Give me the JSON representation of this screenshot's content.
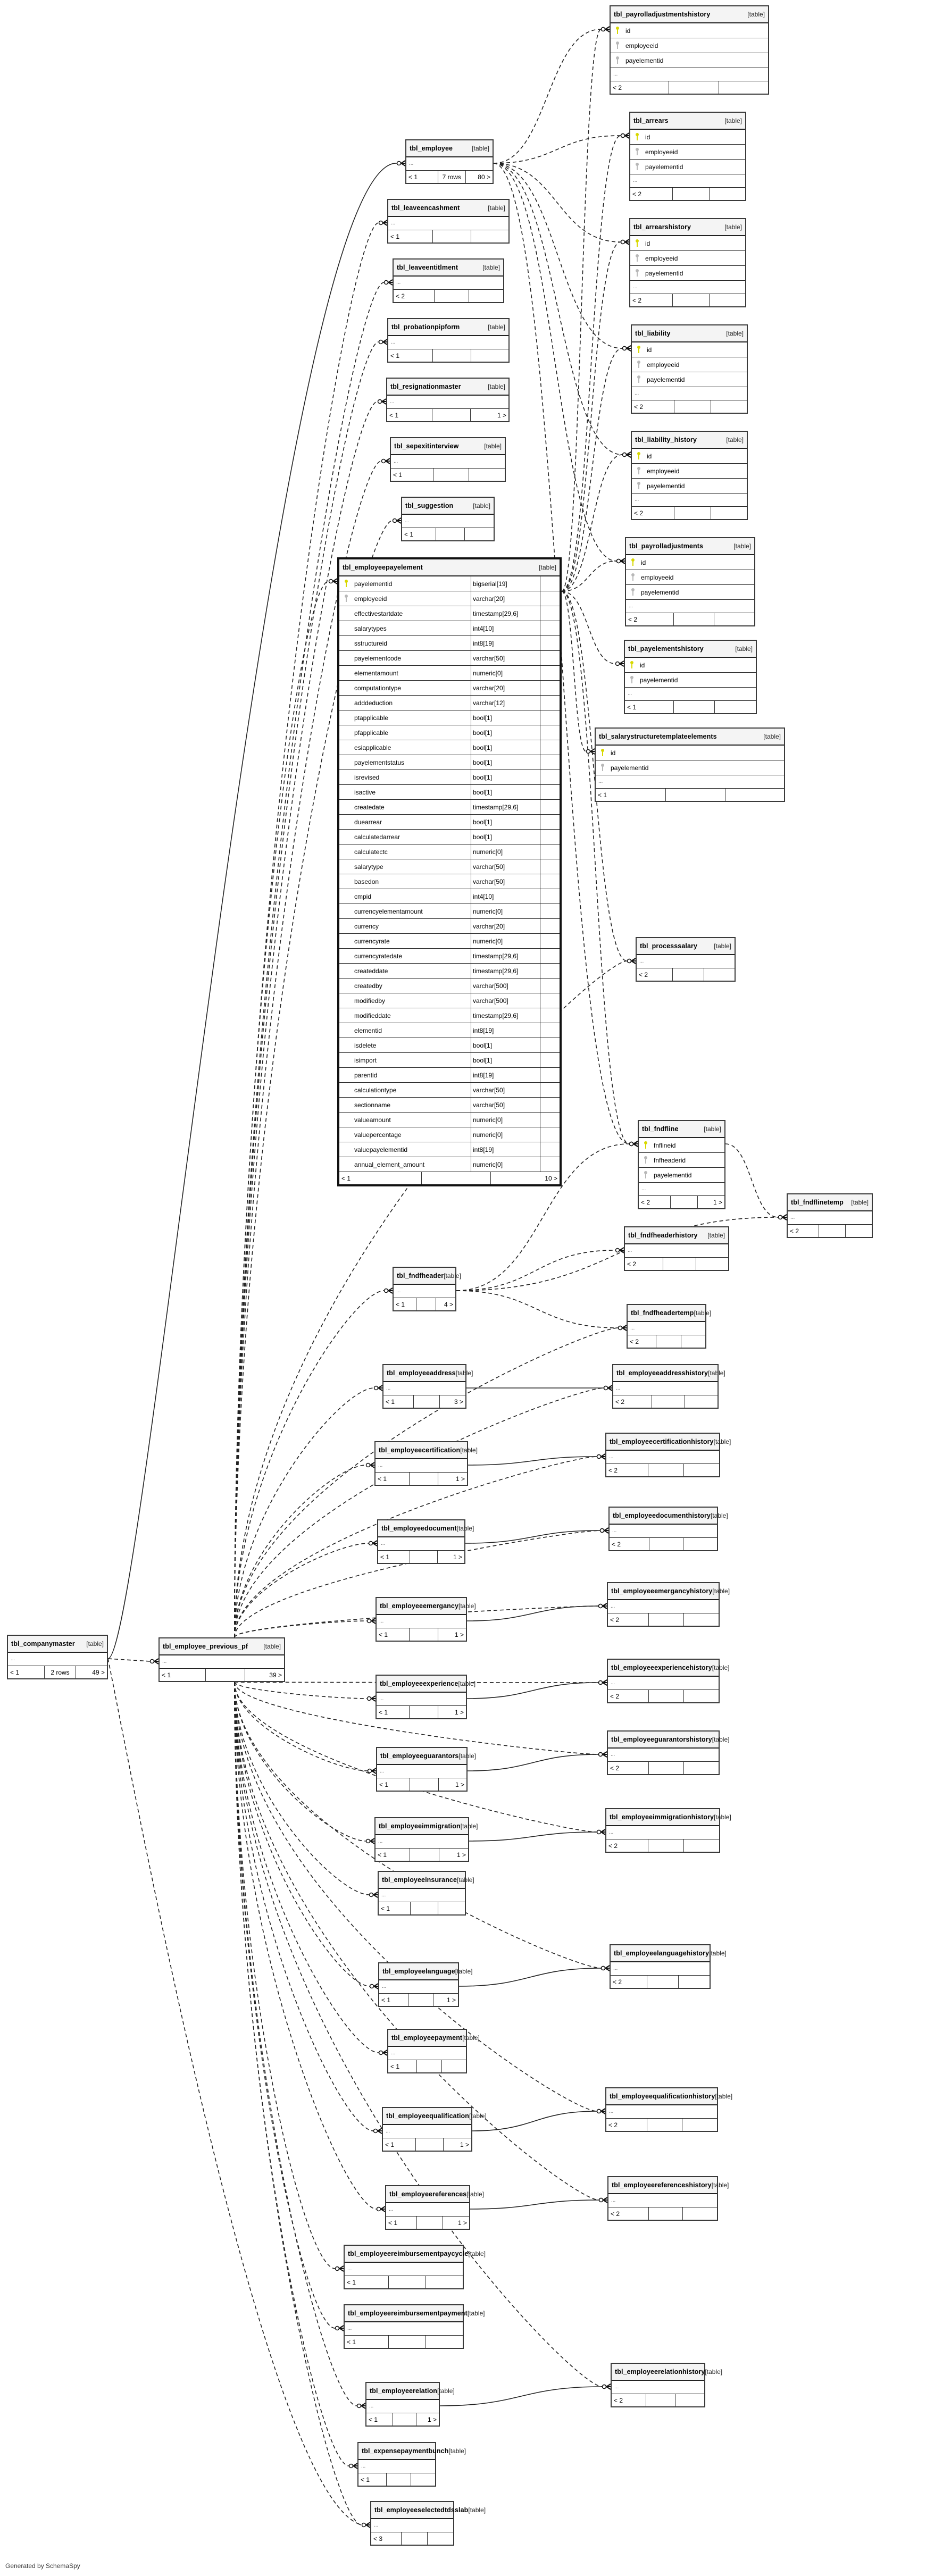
{
  "diagram": {
    "generator_label": "Generated by SchemaSpy",
    "kind_label": "[table]",
    "ellipsis": "...",
    "focus_table": "tbl_employeepayelement",
    "tables": [
      {
        "id": "t_payadjhist",
        "name": "tbl_payrolladjustmentshistory",
        "columns": [
          {
            "name": "id",
            "key": "pk"
          },
          {
            "name": "employeeid",
            "key": "fk"
          },
          {
            "name": "payelementid",
            "key": "fk"
          }
        ],
        "footer": [
          "< 2",
          "",
          ""
        ]
      },
      {
        "id": "t_employee",
        "name": "tbl_employee",
        "columns": [],
        "footer": [
          "< 1",
          "7 rows",
          "80 >"
        ]
      },
      {
        "id": "t_arrears",
        "name": "tbl_arrears",
        "columns": [
          {
            "name": "id",
            "key": "pk"
          },
          {
            "name": "employeeid",
            "key": "fk"
          },
          {
            "name": "payelementid",
            "key": "fk"
          }
        ],
        "footer": [
          "< 2",
          "",
          ""
        ]
      },
      {
        "id": "t_leaveenc",
        "name": "tbl_leaveencashment",
        "columns": [],
        "footer": [
          "< 1",
          "",
          ""
        ]
      },
      {
        "id": "t_arrearshist",
        "name": "tbl_arrearshistory",
        "columns": [
          {
            "name": "id",
            "key": "pk"
          },
          {
            "name": "employeeid",
            "key": "fk"
          },
          {
            "name": "payelementid",
            "key": "fk"
          }
        ],
        "footer": [
          "< 2",
          "",
          ""
        ]
      },
      {
        "id": "t_leaveent",
        "name": "tbl_leaveentitlment",
        "columns": [],
        "footer": [
          "< 2",
          "",
          ""
        ]
      },
      {
        "id": "t_probation",
        "name": "tbl_probationpipform",
        "columns": [],
        "footer": [
          "< 1",
          "",
          ""
        ]
      },
      {
        "id": "t_liability",
        "name": "tbl_liability",
        "columns": [
          {
            "name": "id",
            "key": "pk"
          },
          {
            "name": "employeeid",
            "key": "fk"
          },
          {
            "name": "payelementid",
            "key": "fk"
          }
        ],
        "footer": [
          "< 2",
          "",
          ""
        ]
      },
      {
        "id": "t_resign",
        "name": "tbl_resignationmaster",
        "columns": [],
        "footer": [
          "< 1",
          "",
          "1 >"
        ]
      },
      {
        "id": "t_sepexit",
        "name": "tbl_sepexitinterview",
        "columns": [],
        "footer": [
          "< 1",
          "",
          ""
        ]
      },
      {
        "id": "t_liabhist",
        "name": "tbl_liability_history",
        "columns": [
          {
            "name": "id",
            "key": "pk"
          },
          {
            "name": "employeeid",
            "key": "fk"
          },
          {
            "name": "payelementid",
            "key": "fk"
          }
        ],
        "footer": [
          "< 2",
          "",
          ""
        ]
      },
      {
        "id": "t_suggestion",
        "name": "tbl_suggestion",
        "columns": [],
        "footer": [
          "< 1",
          "",
          ""
        ]
      },
      {
        "id": "t_payadj",
        "name": "tbl_payrolladjustments",
        "columns": [
          {
            "name": "id",
            "key": "pk"
          },
          {
            "name": "employeeid",
            "key": "fk"
          },
          {
            "name": "payelementid",
            "key": "fk"
          }
        ],
        "footer": [
          "< 2",
          "",
          ""
        ]
      },
      {
        "id": "t_payelhist",
        "name": "tbl_payelementshistory",
        "columns": [
          {
            "name": "id",
            "key": "pk"
          },
          {
            "name": "payelementid",
            "key": "fk"
          }
        ],
        "footer": [
          "< 1",
          "",
          ""
        ]
      },
      {
        "id": "t_salstruct",
        "name": "tbl_salarystructuretemplateelements",
        "columns": [
          {
            "name": "id",
            "key": "pk"
          },
          {
            "name": "payelementid",
            "key": "fk"
          }
        ],
        "footer": [
          "< 1",
          "",
          ""
        ]
      },
      {
        "id": "t_procsal",
        "name": "tbl_processsalary",
        "columns": [],
        "footer": [
          "< 2",
          "",
          ""
        ]
      },
      {
        "id": "t_fndfline",
        "name": "tbl_fndfline",
        "columns": [
          {
            "name": "fnflineid",
            "key": "pk"
          },
          {
            "name": "fnfheaderid",
            "key": "fk"
          },
          {
            "name": "payelementid",
            "key": "fk"
          }
        ],
        "footer": [
          "< 2",
          "",
          "1 >"
        ]
      },
      {
        "id": "t_fndflinetemp",
        "name": "tbl_fndflinetemp",
        "columns": [],
        "footer": [
          "< 2",
          "",
          ""
        ]
      },
      {
        "id": "t_fndfhdrhist",
        "name": "tbl_fndfheaderhistory",
        "columns": [],
        "footer": [
          "< 2",
          "",
          ""
        ]
      },
      {
        "id": "t_fndfheader",
        "name": "tbl_fndfheader",
        "columns": [],
        "footer": [
          "< 1",
          "",
          "4 >"
        ]
      },
      {
        "id": "t_fndfhdrtemp",
        "name": "tbl_fndfheadertemp",
        "columns": [],
        "footer": [
          "< 2",
          "",
          ""
        ]
      },
      {
        "id": "t_empaddr",
        "name": "tbl_employeeaddress",
        "columns": [],
        "footer": [
          "< 1",
          "",
          "3 >"
        ]
      },
      {
        "id": "t_empaddrhist",
        "name": "tbl_employeeaddresshistory",
        "columns": [],
        "footer": [
          "< 2",
          "",
          ""
        ]
      },
      {
        "id": "t_empcert",
        "name": "tbl_employeecertification",
        "columns": [],
        "footer": [
          "< 1",
          "",
          "1 >"
        ]
      },
      {
        "id": "t_empcerthist",
        "name": "tbl_employeecertificationhistory",
        "columns": [],
        "footer": [
          "< 2",
          "",
          ""
        ]
      },
      {
        "id": "t_empdoc",
        "name": "tbl_employeedocument",
        "columns": [],
        "footer": [
          "< 1",
          "",
          "1 >"
        ]
      },
      {
        "id": "t_empdochist",
        "name": "tbl_employeedocumenthistory",
        "columns": [],
        "footer": [
          "< 2",
          "",
          ""
        ]
      },
      {
        "id": "t_empemerg",
        "name": "tbl_employeeemergancy",
        "columns": [],
        "footer": [
          "< 1",
          "",
          "1 >"
        ]
      },
      {
        "id": "t_empemerghist",
        "name": "tbl_employeeemergancyhistory",
        "columns": [],
        "footer": [
          "< 2",
          "",
          ""
        ]
      },
      {
        "id": "t_companymaster",
        "name": "tbl_companymaster",
        "columns": [],
        "footer": [
          "< 1",
          "2 rows",
          "49 >"
        ]
      },
      {
        "id": "t_prevpf",
        "name": "tbl_employee_previous_pf",
        "columns": [],
        "footer": [
          "< 1",
          "",
          "39 >"
        ]
      },
      {
        "id": "t_empexp",
        "name": "tbl_employeeexperience",
        "columns": [],
        "footer": [
          "< 1",
          "",
          "1 >"
        ]
      },
      {
        "id": "t_empexphist",
        "name": "tbl_employeeexperiencehistory",
        "columns": [],
        "footer": [
          "< 2",
          "",
          ""
        ]
      },
      {
        "id": "t_empguar",
        "name": "tbl_employeeguarantors",
        "columns": [],
        "footer": [
          "< 1",
          "",
          "1 >"
        ]
      },
      {
        "id": "t_empguarhist",
        "name": "tbl_employeeguarantorshistory",
        "columns": [],
        "footer": [
          "< 2",
          "",
          ""
        ]
      },
      {
        "id": "t_empimm",
        "name": "tbl_employeeimmigration",
        "columns": [],
        "footer": [
          "< 1",
          "",
          "1 >"
        ]
      },
      {
        "id": "t_empimmhist",
        "name": "tbl_employeeimmigrationhistory",
        "columns": [],
        "footer": [
          "< 2",
          "",
          ""
        ]
      },
      {
        "id": "t_empins",
        "name": "tbl_employeeinsurance",
        "columns": [],
        "footer": [
          "< 1",
          "",
          ""
        ]
      },
      {
        "id": "t_emplang",
        "name": "tbl_employeelanguage",
        "columns": [],
        "footer": [
          "< 1",
          "",
          "1 >"
        ]
      },
      {
        "id": "t_emplanghist",
        "name": "tbl_employeelanguagehistory",
        "columns": [],
        "footer": [
          "< 2",
          "",
          ""
        ]
      },
      {
        "id": "t_emppay",
        "name": "tbl_employeepayment",
        "columns": [],
        "footer": [
          "< 1",
          "",
          ""
        ]
      },
      {
        "id": "t_empqual",
        "name": "tbl_employeequalification",
        "columns": [],
        "footer": [
          "< 1",
          "",
          "1 >"
        ]
      },
      {
        "id": "t_empqualhist",
        "name": "tbl_employeequalificationhistory",
        "columns": [],
        "footer": [
          "< 2",
          "",
          ""
        ]
      },
      {
        "id": "t_empref",
        "name": "tbl_employeereferences",
        "columns": [],
        "footer": [
          "< 1",
          "",
          "1 >"
        ]
      },
      {
        "id": "t_emprefhist",
        "name": "tbl_employeereferenceshistory",
        "columns": [],
        "footer": [
          "< 2",
          "",
          ""
        ]
      },
      {
        "id": "t_reimbcycle",
        "name": "tbl_employeereimbursementpaycycle",
        "columns": [],
        "footer": [
          "< 1",
          "",
          ""
        ]
      },
      {
        "id": "t_reimbpay",
        "name": "tbl_employeereimbursementpayment",
        "columns": [],
        "footer": [
          "< 1",
          "",
          ""
        ]
      },
      {
        "id": "t_emprel",
        "name": "tbl_employeerelation",
        "columns": [],
        "footer": [
          "< 1",
          "",
          "1 >"
        ]
      },
      {
        "id": "t_emprelhist",
        "name": "tbl_employeerelationhistory",
        "columns": [],
        "footer": [
          "< 2",
          "",
          ""
        ]
      },
      {
        "id": "t_expbunch",
        "name": "tbl_expensepaymentbunch",
        "columns": [],
        "footer": [
          "< 1",
          "",
          ""
        ]
      },
      {
        "id": "t_tdsslab",
        "name": "tbl_employeeselectedtdsslab",
        "columns": [],
        "footer": [
          "< 3",
          "",
          ""
        ]
      }
    ],
    "focus": {
      "name": "tbl_employeepayelement",
      "columns": [
        {
          "name": "payelementid",
          "type": "bigserial[19]",
          "key": "pk"
        },
        {
          "name": "employeeid",
          "type": "varchar[20]",
          "key": "fk"
        },
        {
          "name": "effectivestartdate",
          "type": "timestamp[29,6]",
          "key": ""
        },
        {
          "name": "salarytypes",
          "type": "int4[10]",
          "key": ""
        },
        {
          "name": "sstructureid",
          "type": "int8[19]",
          "key": ""
        },
        {
          "name": "payelementcode",
          "type": "varchar[50]",
          "key": ""
        },
        {
          "name": "elementamount",
          "type": "numeric[0]",
          "key": ""
        },
        {
          "name": "computationtype",
          "type": "varchar[20]",
          "key": ""
        },
        {
          "name": "adddeduction",
          "type": "varchar[12]",
          "key": ""
        },
        {
          "name": "ptapplicable",
          "type": "bool[1]",
          "key": ""
        },
        {
          "name": "pfapplicable",
          "type": "bool[1]",
          "key": ""
        },
        {
          "name": "esiapplicable",
          "type": "bool[1]",
          "key": ""
        },
        {
          "name": "payelementstatus",
          "type": "bool[1]",
          "key": ""
        },
        {
          "name": "isrevised",
          "type": "bool[1]",
          "key": ""
        },
        {
          "name": "isactive",
          "type": "bool[1]",
          "key": ""
        },
        {
          "name": "createdate",
          "type": "timestamp[29,6]",
          "key": ""
        },
        {
          "name": "duearrear",
          "type": "bool[1]",
          "key": ""
        },
        {
          "name": "calculatedarrear",
          "type": "bool[1]",
          "key": ""
        },
        {
          "name": "calculatectc",
          "type": "numeric[0]",
          "key": ""
        },
        {
          "name": "salarytype",
          "type": "varchar[50]",
          "key": ""
        },
        {
          "name": "basedon",
          "type": "varchar[50]",
          "key": ""
        },
        {
          "name": "cmpid",
          "type": "int4[10]",
          "key": ""
        },
        {
          "name": "currencyelementamount",
          "type": "numeric[0]",
          "key": ""
        },
        {
          "name": "currency",
          "type": "varchar[20]",
          "key": ""
        },
        {
          "name": "currencyrate",
          "type": "numeric[0]",
          "key": ""
        },
        {
          "name": "currencyratedate",
          "type": "timestamp[29,6]",
          "key": ""
        },
        {
          "name": "createddate",
          "type": "timestamp[29,6]",
          "key": ""
        },
        {
          "name": "createdby",
          "type": "varchar[500]",
          "key": ""
        },
        {
          "name": "modifiedby",
          "type": "varchar[500]",
          "key": ""
        },
        {
          "name": "modifieddate",
          "type": "timestamp[29,6]",
          "key": ""
        },
        {
          "name": "elementid",
          "type": "int8[19]",
          "key": ""
        },
        {
          "name": "isdelete",
          "type": "bool[1]",
          "key": ""
        },
        {
          "name": "isimport",
          "type": "bool[1]",
          "key": ""
        },
        {
          "name": "parentid",
          "type": "int8[19]",
          "key": ""
        },
        {
          "name": "calculationtype",
          "type": "varchar[50]",
          "key": ""
        },
        {
          "name": "sectionname",
          "type": "varchar[50]",
          "key": ""
        },
        {
          "name": "valueamount",
          "type": "numeric[0]",
          "key": ""
        },
        {
          "name": "valuepercentage",
          "type": "numeric[0]",
          "key": ""
        },
        {
          "name": "valuepayelementid",
          "type": "int8[19]",
          "key": ""
        },
        {
          "name": "annual_element_amount",
          "type": "numeric[0]",
          "key": ""
        }
      ],
      "footer": [
        "< 1",
        "",
        "10 >"
      ]
    }
  }
}
